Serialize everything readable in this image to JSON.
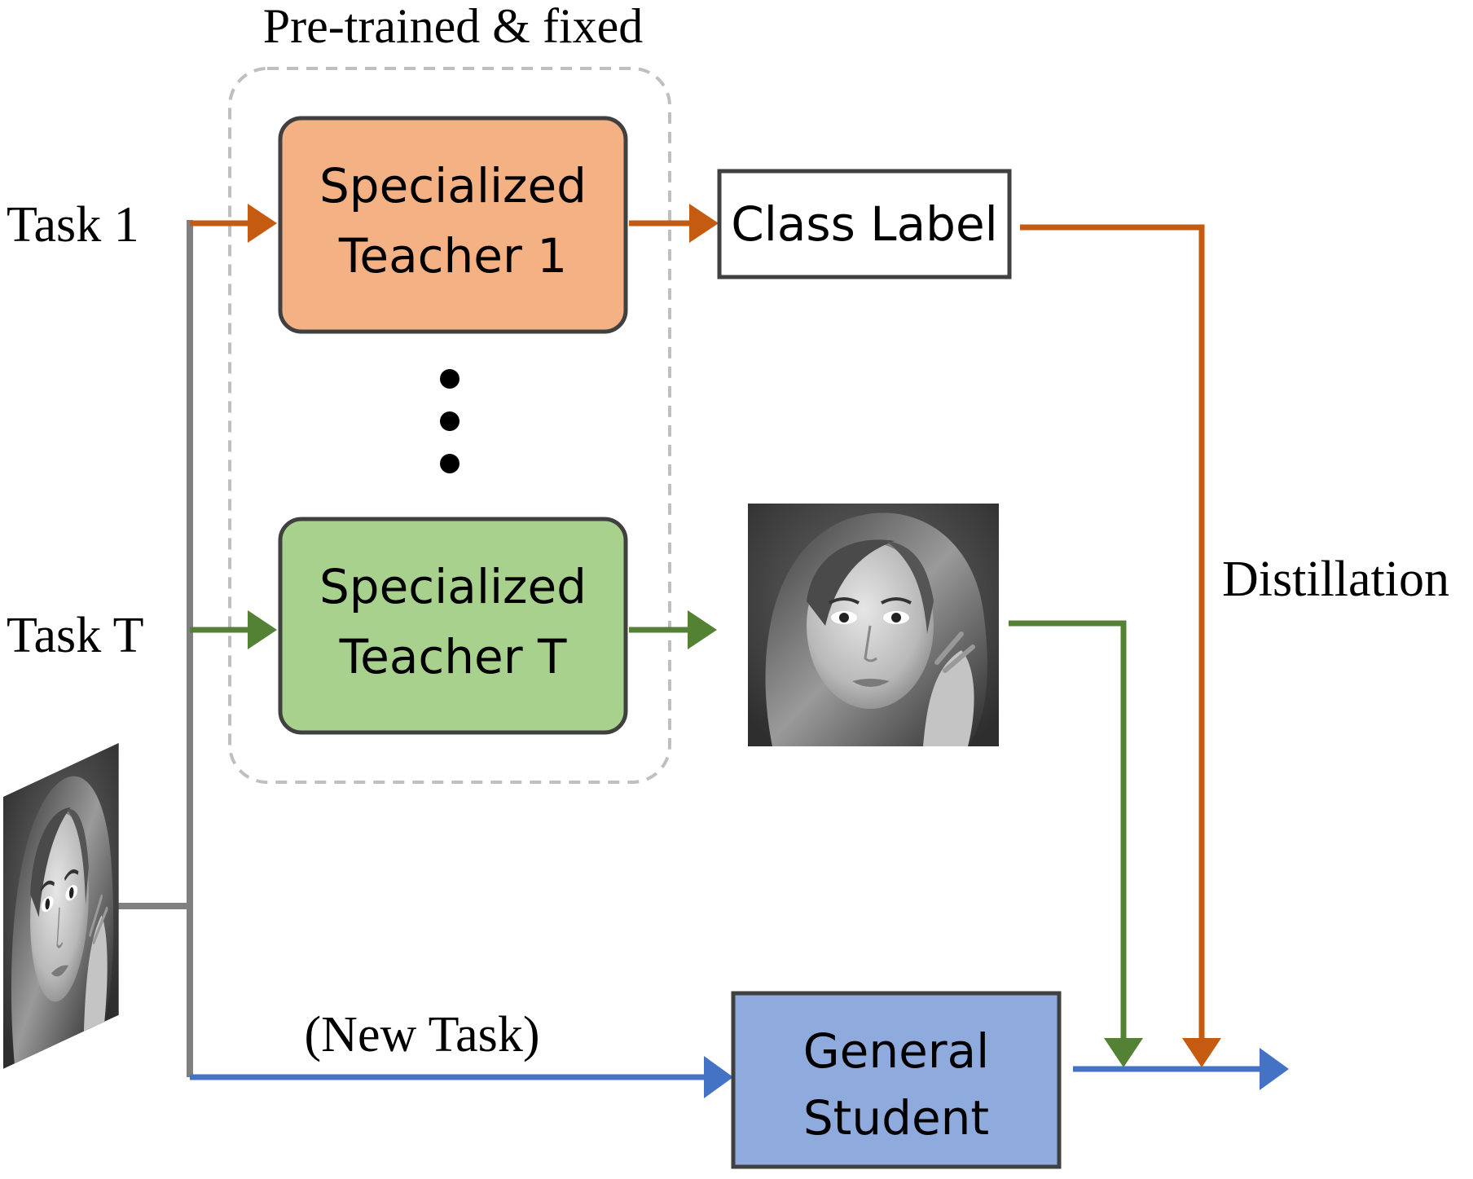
{
  "group_label": "Pre-trained & fixed",
  "tasks": {
    "task1": "Task 1",
    "taskT": "Task T"
  },
  "teacher1": {
    "line1": "Specialized",
    "line2": "Teacher 1",
    "fill": "#F4B183"
  },
  "teacherT": {
    "line1": "Specialized",
    "line2": "Teacher T",
    "fill": "#A9D18E"
  },
  "class_label": "Class Label",
  "student": {
    "line1": "General",
    "line2": "Student",
    "fill": "#8FAADC"
  },
  "new_task": "(New Task)",
  "distillation": "Distillation",
  "colors": {
    "orange": "#C55A11",
    "green": "#548235",
    "blue": "#4472C4",
    "gray": "#808080",
    "dashed": "#BFBFBF"
  },
  "images": {
    "input": "portrait-photo",
    "output": "portrait-photo"
  }
}
